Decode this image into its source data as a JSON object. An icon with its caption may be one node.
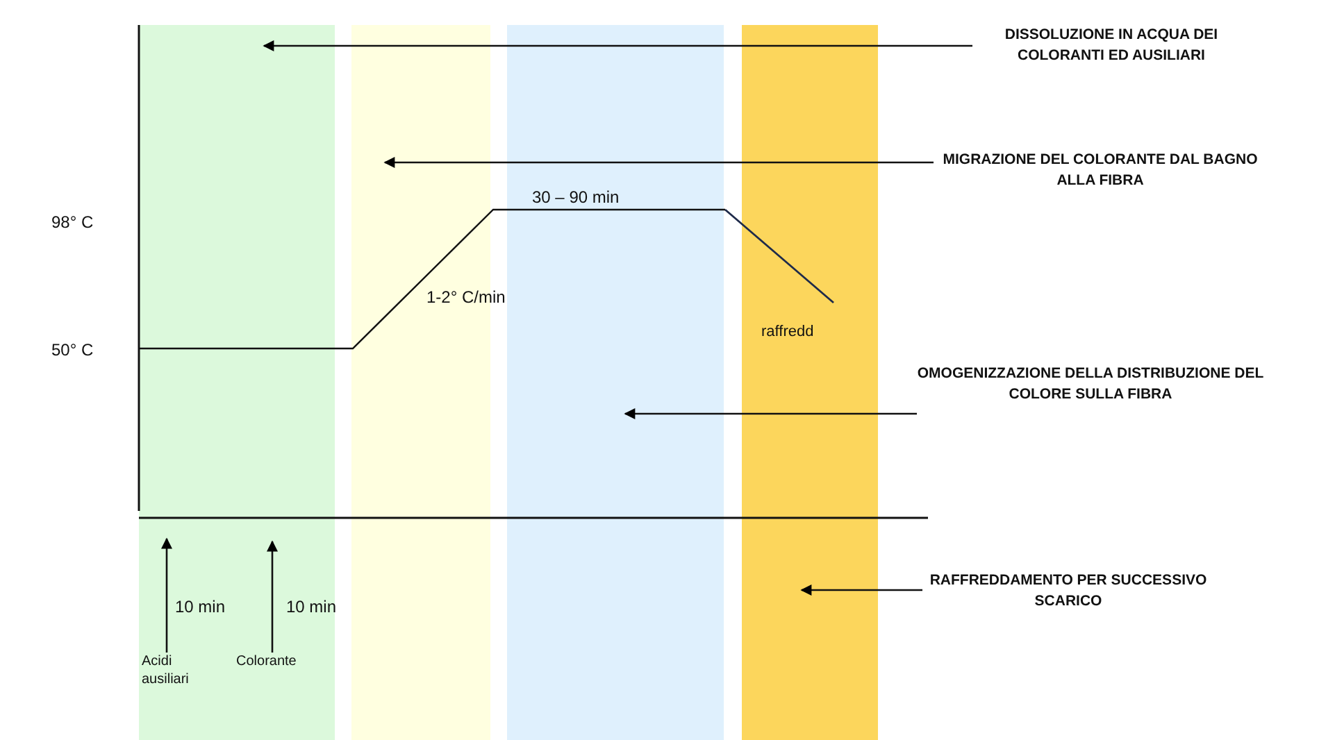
{
  "diagram": {
    "nodes": [
      {
        "text": [
          "DISSOLUZIONE IN ACQUA DEI COLORANTI ED AUSILIARI"
        ]
      },
      {
        "text": [
          "MIGRAZIONE DEL COLORANTE DAL BAGNO ALLA FIBRA"
        ]
      },
      {
        "text": [
          "OMOGENIZZAZIONE DELLA DISTRIBUZIONE DEL COLORE SULLA FIBRA"
        ]
      },
      {
        "text": [
          "RAFFREDDAMENTO PER SUCCESSIVO SCARICO"
        ]
      },
      {
        "text": [
          "Acidi ausiliari"
        ]
      },
      {
        "text": [
          "Colorante"
        ]
      }
    ],
    "edges": [
      {
        "from": 0,
        "to": null,
        "arrow": "to"
      },
      {
        "from": 1,
        "to": null,
        "arrow": "to"
      },
      {
        "from": 2,
        "to": null,
        "arrow": "to"
      },
      {
        "from": 3,
        "to": null,
        "arrow": "to"
      },
      {
        "from": 4,
        "to": null,
        "arrow": "to",
        "label": "10 min"
      },
      {
        "from": 5,
        "to": null,
        "arrow": "to",
        "label": "10 min"
      }
    ],
    "labels": [
      "98° C",
      "50° C",
      "30 – 90 min",
      "1-2° C/min",
      "raffredd"
    ]
  }
}
